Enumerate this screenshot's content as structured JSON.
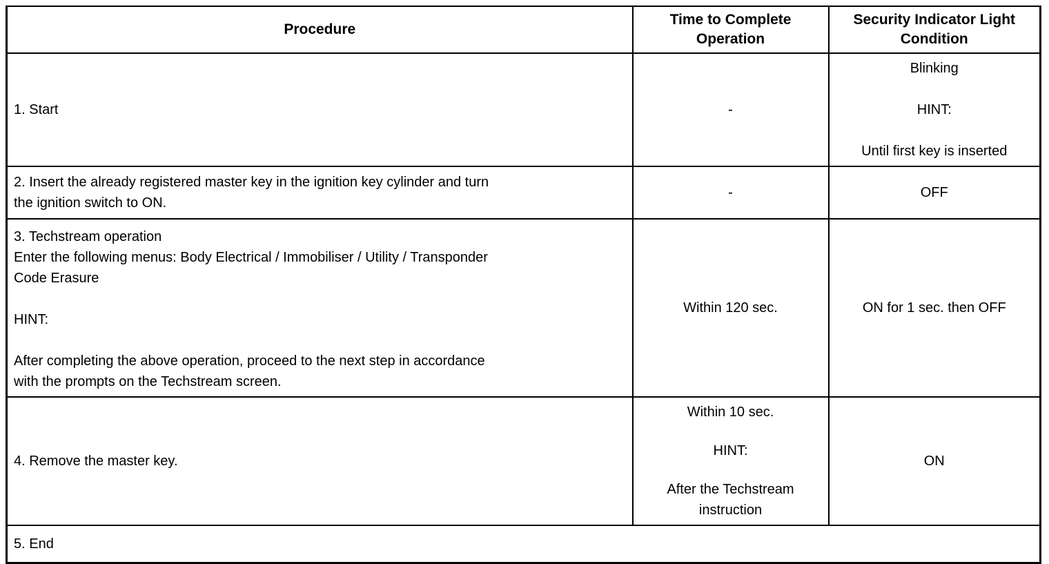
{
  "table": {
    "headers": {
      "procedure": "Procedure",
      "time": "Time to Complete Operation",
      "time_l1": "Time to Complete",
      "time_l2": "Operation",
      "light": "Security Indicator Light Condition",
      "light_l1": "Security Indicator Light",
      "light_l2": "Condition"
    },
    "rows": [
      {
        "id": "row-1",
        "procedure": "1. Start",
        "time": "-",
        "light_lines": [
          "Blinking",
          "HINT:",
          "Until first key is inserted"
        ]
      },
      {
        "id": "row-2",
        "procedure_l1": "2. Insert the already registered master key in the ignition key cylinder and turn",
        "procedure_l2": "the ignition switch to ON.",
        "time": "-",
        "light": "OFF"
      },
      {
        "id": "row-3",
        "procedure_lines": [
          "3. Techstream operation",
          "Enter the following menus: Body Electrical / Immobiliser / Utility / Transponder",
          "Code Erasure",
          "",
          "HINT:",
          "",
          "After completing the above operation, proceed to the next step in accordance",
          "with the prompts on the Techstream screen."
        ],
        "time": "Within 120 sec.",
        "light": "ON for 1 sec. then OFF"
      },
      {
        "id": "row-4",
        "procedure": "4. Remove the master key.",
        "time_lines": [
          "Within 10 sec.",
          "HINT:",
          "After the Techstream",
          "instruction"
        ],
        "light": "ON"
      },
      {
        "id": "row-5",
        "procedure": "5. End"
      }
    ]
  },
  "colors": {
    "border": "#000000",
    "text": "#000000",
    "background": "#ffffff"
  }
}
